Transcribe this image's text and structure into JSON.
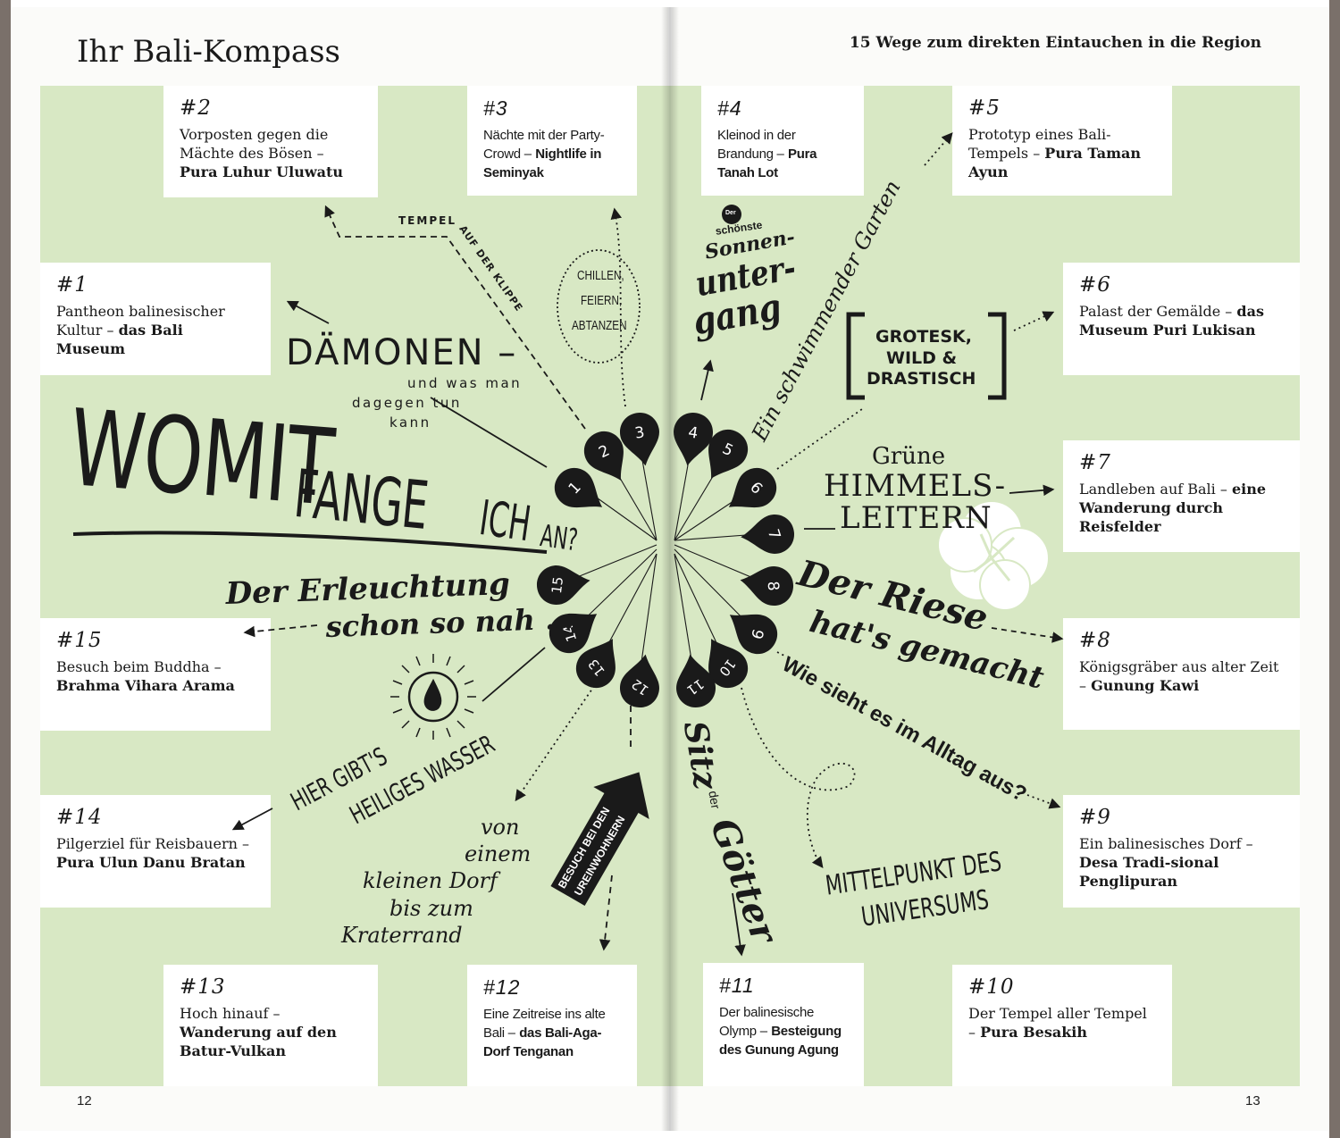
{
  "header": {
    "title_left": "Ihr Bali-Kompass",
    "title_right": "15 Wege zum direkten Eintauchen in die Region"
  },
  "page_numbers": {
    "left": "12",
    "right": "13"
  },
  "colors": {
    "band": "#d8e8c4",
    "ink": "#1a1a1a",
    "card": "#ffffff",
    "book_edge": "#7a706a"
  },
  "center_title": {
    "part1": "WOMIT",
    "part2": "FANGE",
    "part3": "ICH",
    "part4": "AN?"
  },
  "cards": [
    {
      "num": "#1",
      "desc": "Pantheon balinesischer Kultur –",
      "place": "das Bali Museum"
    },
    {
      "num": "#2",
      "desc": "Vorposten gegen die Mächte des Bösen –",
      "place": "Pura Luhur Uluwatu"
    },
    {
      "num": "#3",
      "desc": "Nächte mit der Party-Crowd –",
      "place": "Nightlife in Seminyak"
    },
    {
      "num": "#4",
      "desc": "Kleinod in der Brandung –",
      "place": "Pura Tanah Lot"
    },
    {
      "num": "#5",
      "desc": "Prototyp eines Bali-Tempels –",
      "place": "Pura Taman Ayun"
    },
    {
      "num": "#6",
      "desc": "Palast der Gemälde –",
      "place": "das Museum Puri Lukisan"
    },
    {
      "num": "#7",
      "desc": "Landleben auf Bali –",
      "place": "eine Wanderung durch Reisfelder"
    },
    {
      "num": "#8",
      "desc": "Königsgräber aus alter Zeit –",
      "place": "Gunung Kawi"
    },
    {
      "num": "#9",
      "desc": "Ein balinesisches Dorf –",
      "place": "Desa Tradi-sional Penglipuran"
    },
    {
      "num": "#10",
      "desc": "Der Tempel aller Tempel –",
      "place": "Pura Besakih"
    },
    {
      "num": "#11",
      "desc": "Der balinesische Olymp –",
      "place": "Besteigung des Gunung Agung"
    },
    {
      "num": "#12",
      "desc": "Eine Zeitreise ins alte Bali –",
      "place": "das Bali-Aga-Dorf Tenganan"
    },
    {
      "num": "#13",
      "desc": "Hoch hinauf –",
      "place": "Wanderung auf den Batur-Vulkan"
    },
    {
      "num": "#14",
      "desc": "Pilgerziel für Reisbauern –",
      "place": "Pura Ulun Danu Bratan"
    },
    {
      "num": "#15",
      "desc": "Besuch beim Buddha –",
      "place": "Brahma Vihara Arama"
    }
  ],
  "pins": [
    "1",
    "2",
    "3",
    "4",
    "5",
    "6",
    "7",
    "8",
    "9",
    "10",
    "11",
    "12",
    "13",
    "14",
    "15"
  ],
  "phrases": {
    "daemonen": "DÄMONEN –",
    "daemonen_sub1": "und was man",
    "daemonen_sub2": "dagegen tun",
    "daemonen_sub3": "kann",
    "tempel": "TEMPEL",
    "klippe": "AUF DER KLIPPE",
    "chillen1": "CHILLEN,",
    "chillen2": "FEIERN,",
    "chillen3": "ABTANZEN",
    "der": "Der",
    "schoenste": "schönste",
    "sonnen": "Sonnen-",
    "unter": "unter-",
    "gang": "gang",
    "garten": "Ein schwimmender Garten",
    "grotesk1": "GROTESK,",
    "grotesk2": "WILD &",
    "grotesk3": "DRASTISCH",
    "gruene": "Grüne",
    "himmels": "HIMMELS-",
    "leitern": "LEITERN",
    "riese1": "Der Riese",
    "riese2": "hat's gemacht",
    "alltag": "Wie sieht es im Alltag aus?",
    "mittel1": "MITTELPUNKT DES",
    "mittel2": "UNIVERSUMS",
    "sitz1": "Sitz",
    "sitz2": "der",
    "sitz3": "Götter",
    "besuch1": "BESUCH BEI DEN",
    "besuch2": "UREINWOHNERN",
    "dorf1": "von",
    "dorf2": "einem",
    "dorf3": "kleinen Dorf",
    "dorf4": "bis zum",
    "dorf5": "Kraterrand",
    "wasser1": "HIER GIBT'S",
    "wasser2": "HEILIGES WASSER",
    "erleuchtung1": "Der Erleuchtung",
    "erleuchtung2": "schon so nah …"
  }
}
